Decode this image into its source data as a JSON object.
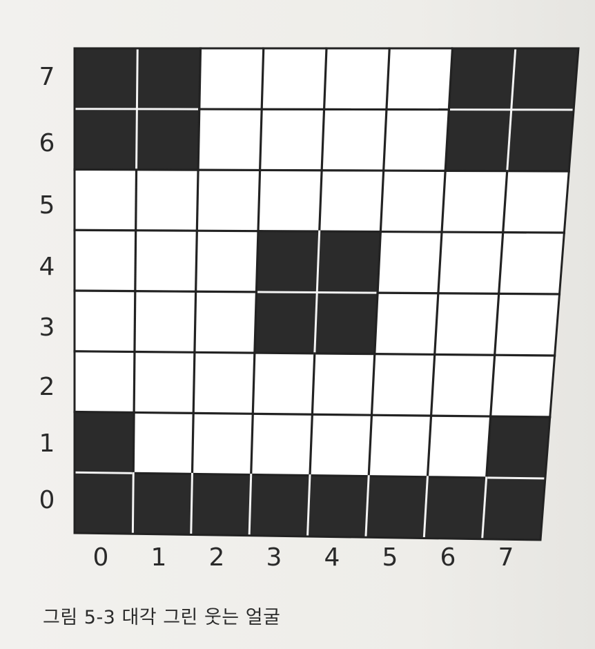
{
  "figure": {
    "caption": "그림 5-3 대각 그린 웃는 얼굴",
    "row_labels": [
      "7",
      "6",
      "5",
      "4",
      "3",
      "2",
      "1",
      "0"
    ],
    "col_labels": [
      "0",
      "1",
      "2",
      "3",
      "4",
      "5",
      "6",
      "7"
    ],
    "grid": {
      "rows_top_to_bottom": [
        [
          1,
          1,
          0,
          0,
          0,
          0,
          1,
          1
        ],
        [
          1,
          1,
          0,
          0,
          0,
          0,
          1,
          1
        ],
        [
          0,
          0,
          0,
          0,
          0,
          0,
          0,
          0
        ],
        [
          0,
          0,
          0,
          1,
          1,
          0,
          0,
          0
        ],
        [
          0,
          0,
          0,
          1,
          1,
          0,
          0,
          0
        ],
        [
          0,
          0,
          0,
          0,
          0,
          0,
          0,
          0
        ],
        [
          1,
          0,
          0,
          0,
          0,
          0,
          0,
          1
        ],
        [
          1,
          1,
          1,
          1,
          1,
          1,
          1,
          1
        ]
      ],
      "filled_color": "#2b2b2b",
      "empty_color": "#ffffff",
      "line_color": "#222222"
    }
  }
}
